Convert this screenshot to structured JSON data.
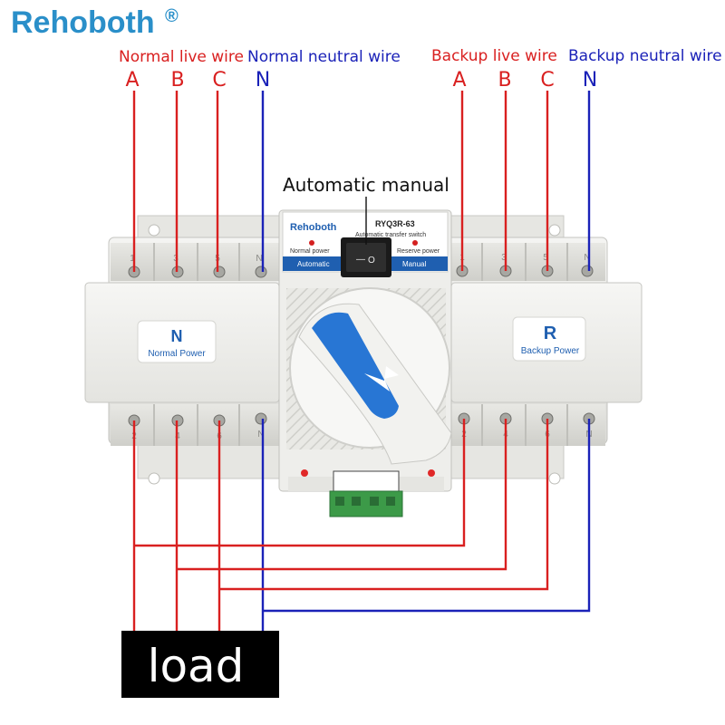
{
  "brand": {
    "name": "Rehoboth",
    "mark": "®",
    "color": "#2a8fc9"
  },
  "sources": {
    "normal_live_title": "Normal live wire",
    "normal_neutral_title": "Normal neutral wire",
    "backup_live_title": "Backup live wire",
    "backup_neutral_title": "Backup neutral wire",
    "normal_phases": [
      "A",
      "B",
      "C",
      "N"
    ],
    "backup_phases": [
      "A",
      "B",
      "C",
      "N"
    ]
  },
  "callout": {
    "label": "Automatic manual"
  },
  "device": {
    "brand": "Rehoboth",
    "model": "RYQ3R-63",
    "subtitle": "Automatic transfer switch",
    "normal_power_led": "Normal power",
    "reserve_power_led": "Reserve power",
    "mode_left": "Automatic",
    "mode_right": "Manual",
    "switch_off": "—",
    "switch_on": "O",
    "top_terminals_left": [
      "1",
      "3",
      "5",
      "N"
    ],
    "top_terminals_right": [
      "1",
      "3",
      "5",
      "N"
    ],
    "bottom_terminals_left": [
      "2",
      "4",
      "6",
      "N"
    ],
    "bottom_terminals_right": [
      "2",
      "4",
      "6",
      "N"
    ],
    "left_panel_letter": "N",
    "left_panel_caption": "Normal Power",
    "right_panel_letter": "R",
    "right_panel_caption": "Backup Power"
  },
  "load": {
    "label": "load"
  },
  "colors": {
    "live": "#d92020",
    "neutral": "#1b22b8",
    "panel_blue": "#1f5fb0",
    "load_box": "#000000"
  },
  "icons": {
    "handle_arrow": "arrow-down-right-icon",
    "switch": "rocker-switch-icon"
  }
}
